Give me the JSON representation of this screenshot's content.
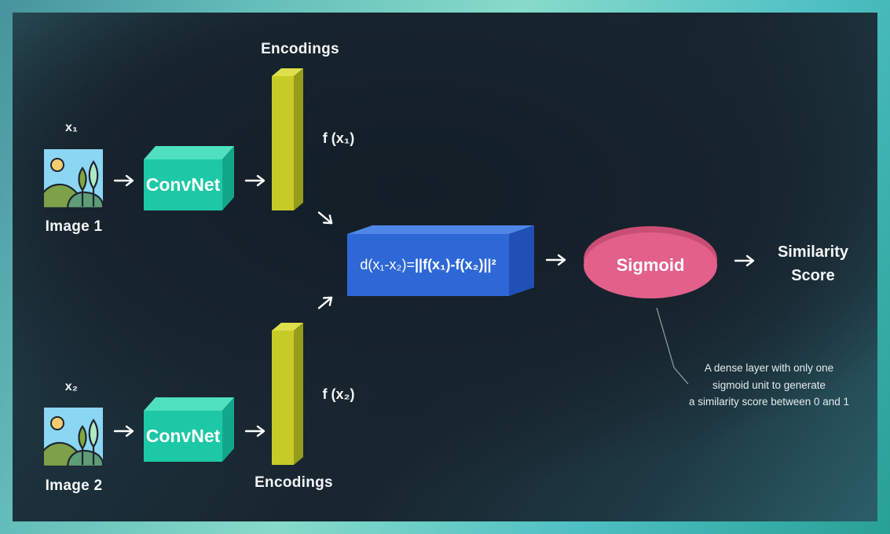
{
  "branches": {
    "top": {
      "var": "x₁",
      "caption": "Image 1",
      "convnet": "ConvNet",
      "encodings": "Encodings",
      "fx": "f (x₁)"
    },
    "bottom": {
      "var": "x₂",
      "caption": "Image 2",
      "convnet": "ConvNet",
      "encodings": "Encodings",
      "fx": "f (x₂)"
    }
  },
  "distance": {
    "prefix": "d(x₁-x₂)=",
    "expr": "||f(x₁)-f(x₂)||²"
  },
  "sigmoid_label": "Sigmoid",
  "output": {
    "line1": "Similarity",
    "line2": "Score"
  },
  "annotation": {
    "line1": "A dense layer with only one",
    "line2": "sigmoid unit to generate",
    "line3": "a similarity score between 0 and 1"
  },
  "colors": {
    "frame_teal": "#63bdb9",
    "panel_bg": "#18242e",
    "text": "#f3f6f6",
    "arrow": "#ffffff",
    "convnet_front": "#1dc8a6",
    "convnet_top": "#4fe0c0",
    "convnet_side": "#12a78b",
    "bar_front": "#c6cb28",
    "bar_top": "#dde04a",
    "bar_side": "#969c1b",
    "distance_front": "#2e68d6",
    "distance_top": "#4f86e8",
    "distance_side": "#2050b5",
    "sigmoid_front": "#e2608a",
    "sigmoid_back": "#c94e74"
  }
}
